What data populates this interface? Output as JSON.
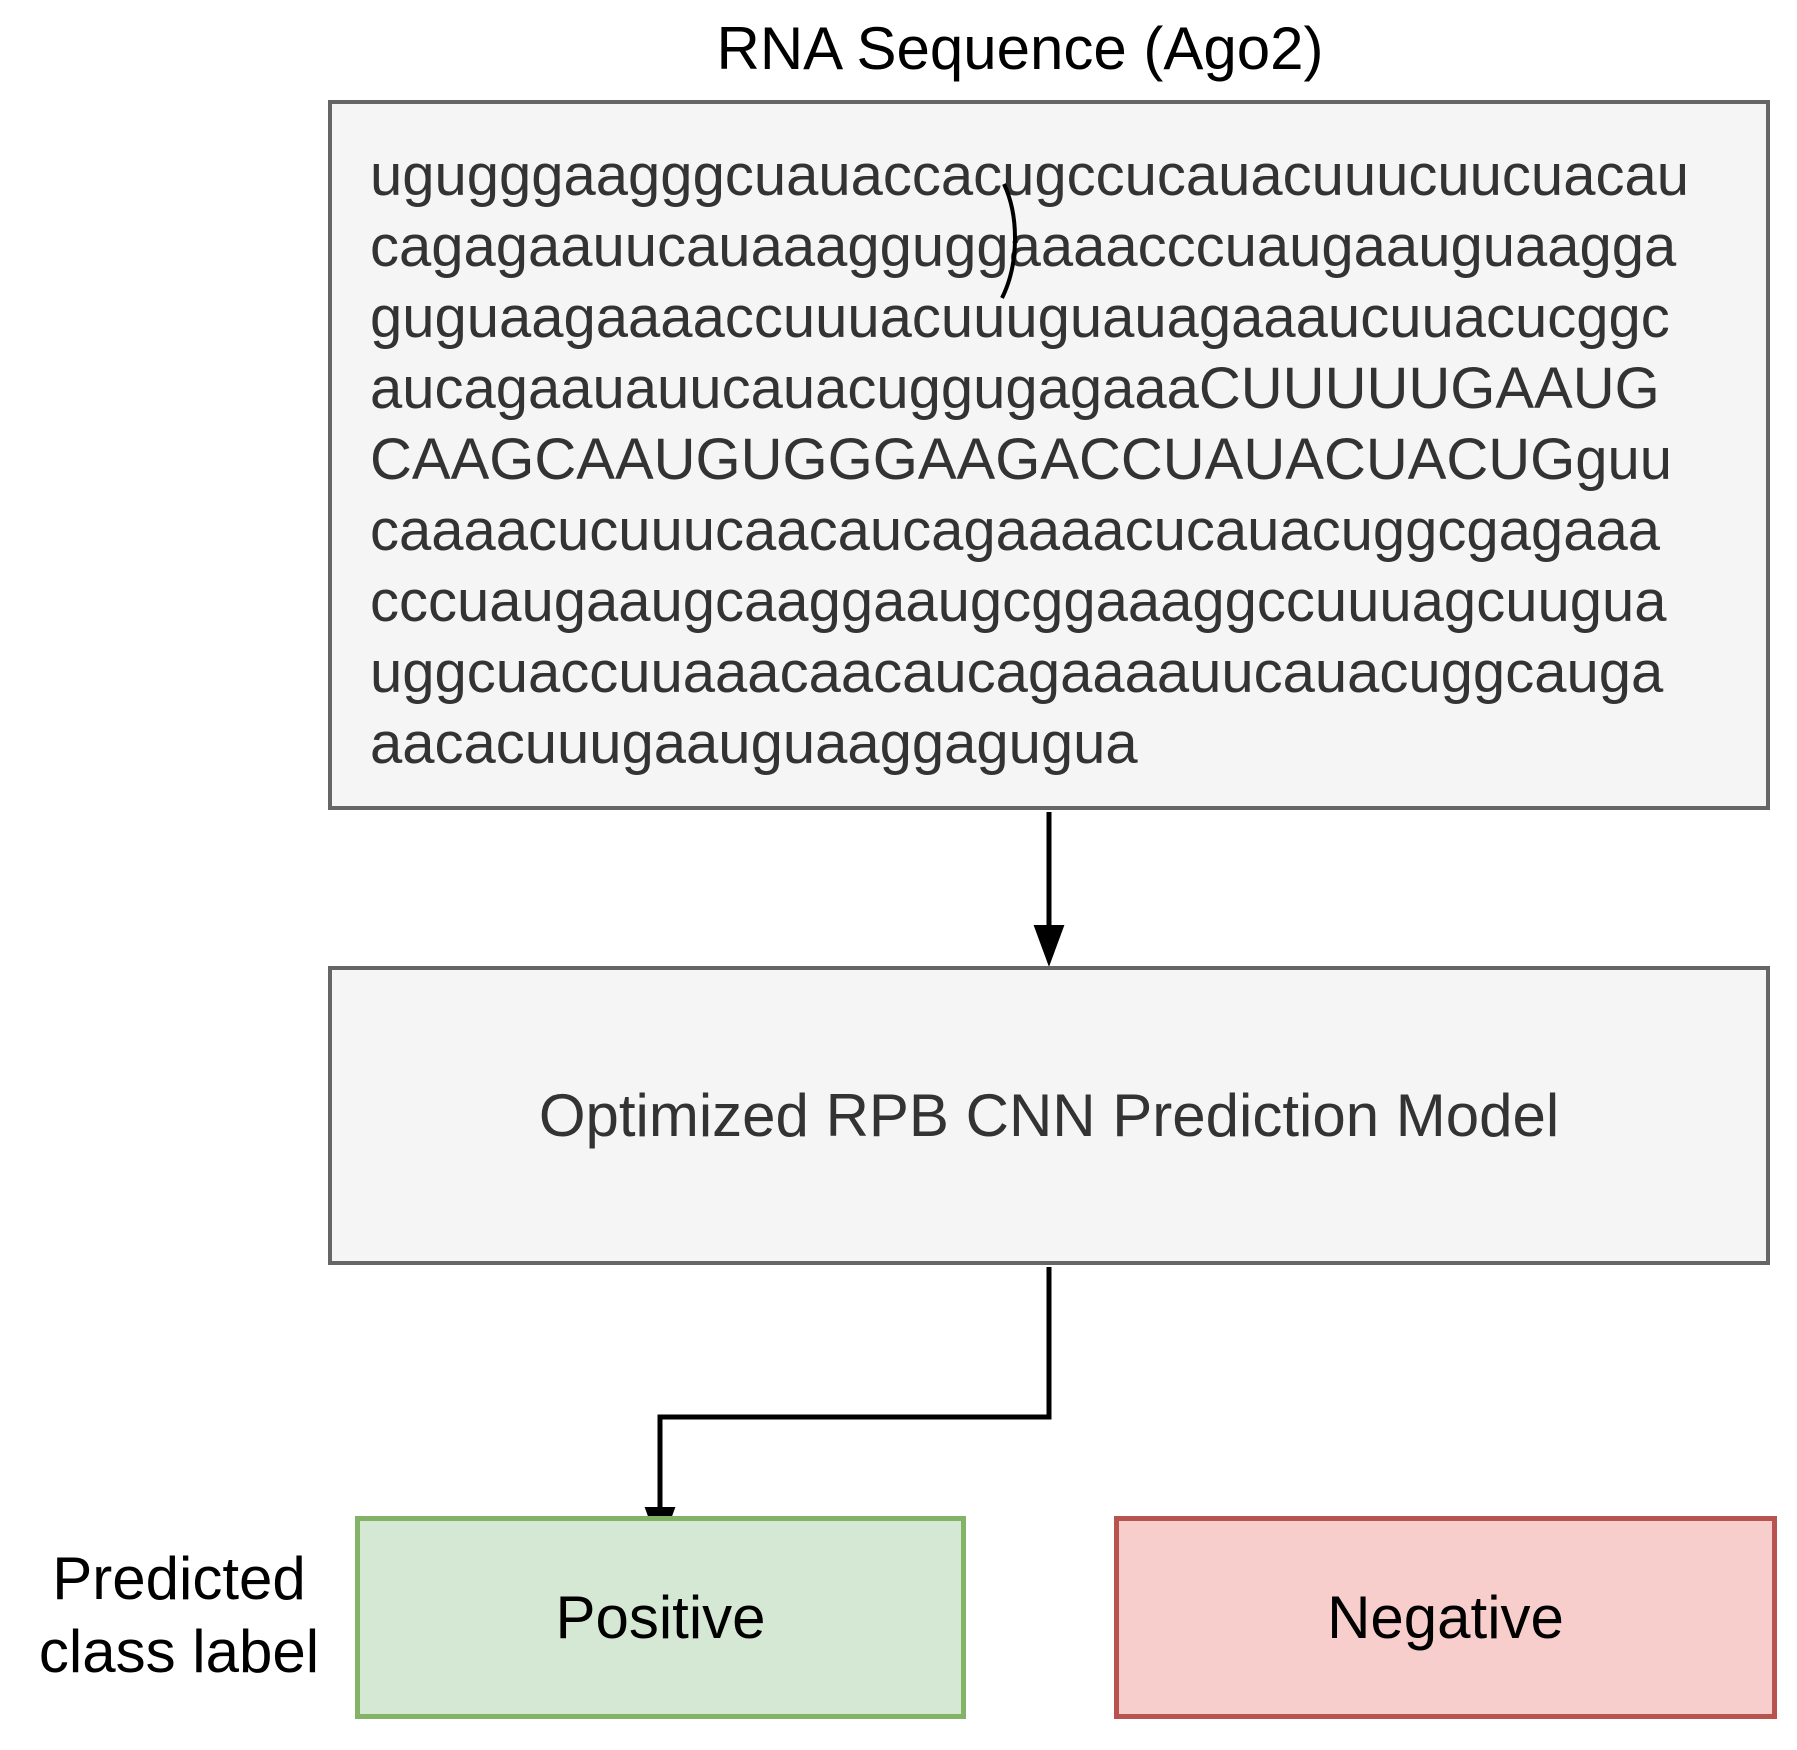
{
  "title": "RNA Sequence (Ago2)",
  "sequence": {
    "lines": [
      "ugugggaagggcuauaccacugccucauacuuucuucuacau",
      "cagagaauucauaaagguggaaaacccuaugaauguaagga",
      "guguaagaaaaccuuuacuuuguauagaaaucuuacucggc",
      "aucagaauauucauacuggugagaaaCUUUUUGAAUG",
      "CAAGCAAUGUGGGAAGACCUAUACUACUGguu",
      "caaaacucuuucaacaucagaaaacucauacuggcgagaaa",
      "cccuaugaaugcaaggaaugcggaaaggccuuuagcuugua",
      "uggcuaccuuaaacaacaucagaaaauucauacuggcauga",
      "aacacuuugaauguaaggagugua"
    ]
  },
  "model": {
    "label": "Optimized RPB CNN Prediction Model"
  },
  "outputs": {
    "caption_lines": [
      "Predicted",
      "class label"
    ],
    "positive": "Positive",
    "negative": "Negative"
  },
  "colors": {
    "box_fill": "#f5f5f5",
    "box_border": "#666666",
    "positive_fill": "#d5e8d4",
    "positive_border": "#82b366",
    "negative_fill": "#f8cecc",
    "negative_border": "#b85450",
    "arrow": "#000000",
    "sequence_text": "#333333"
  }
}
